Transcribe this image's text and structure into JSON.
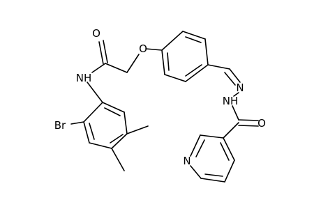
{
  "atoms": [
    {
      "id": "O_carbonyl_amide",
      "label": "O"
    },
    {
      "id": "O_ether",
      "label": "O"
    },
    {
      "id": "N_amide",
      "label": "NH"
    },
    {
      "id": "N_imine",
      "label": "N"
    },
    {
      "id": "N_hydrazide",
      "label": "NH"
    },
    {
      "id": "O_hydrazide",
      "label": "O"
    },
    {
      "id": "Br",
      "label": "Br"
    },
    {
      "id": "N_pyridine",
      "label": "N"
    }
  ]
}
